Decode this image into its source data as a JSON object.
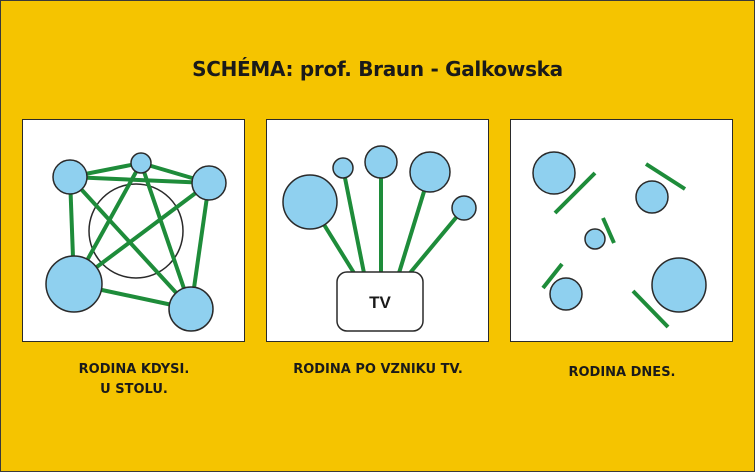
{
  "title": "SCHÉMA: prof. Braun - Galkowska",
  "panels": [
    {
      "caption_line1": "RODINA KDYSI.",
      "caption_line2": "U STOLU."
    },
    {
      "caption_line1": "RODINA PO VZNIKU TV.",
      "tv_label": "TV"
    },
    {
      "caption_line1": "RODINA DNES."
    }
  ],
  "colors": {
    "background": "#f5c400",
    "person": "#8fd0ef",
    "connection": "#1e8c3a"
  }
}
